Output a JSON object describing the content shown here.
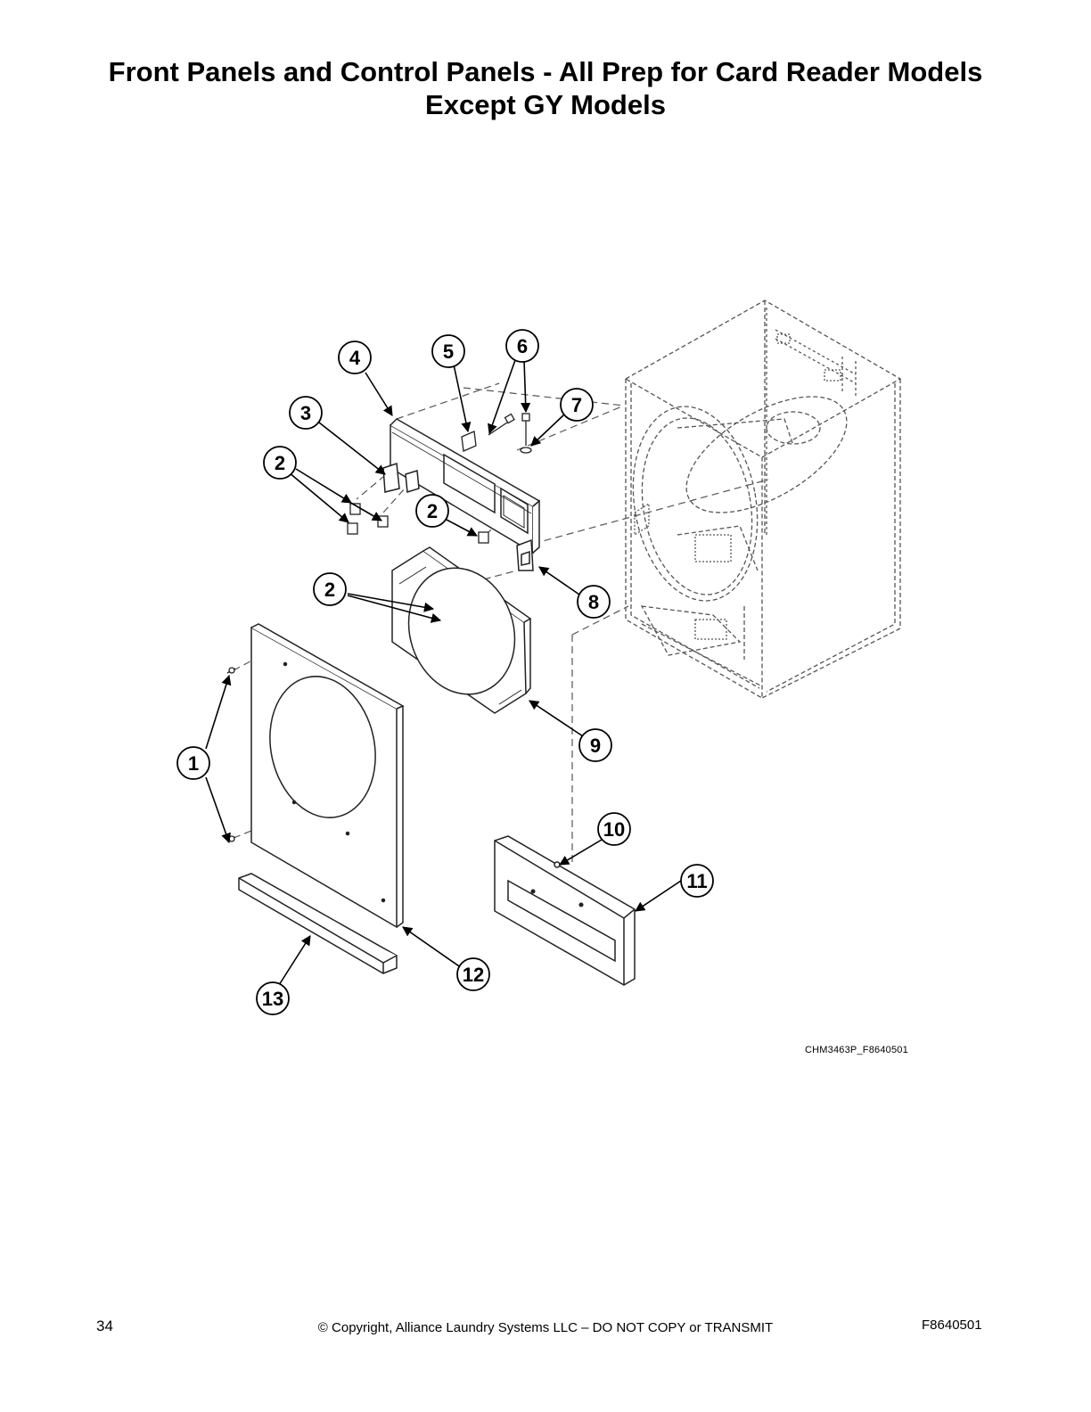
{
  "title": {
    "line1": "Front Panels and Control Panels - All Prep for Card Reader Models",
    "line2": "Except GY Models"
  },
  "callouts": [
    "1",
    "2",
    "3",
    "4",
    "5",
    "6",
    "7",
    "8",
    "9",
    "10",
    "11",
    "12",
    "13"
  ],
  "figure_code": "CHM3463P_F8640501",
  "footer": {
    "page_number": "34",
    "copyright": "© Copyright, Alliance Laundry Systems LLC – DO NOT COPY or TRANSMIT",
    "doc_number": "F8640501"
  },
  "colors": {
    "ink": "#000000",
    "line": "#333333",
    "dash": "#555555",
    "paper": "#ffffff"
  }
}
